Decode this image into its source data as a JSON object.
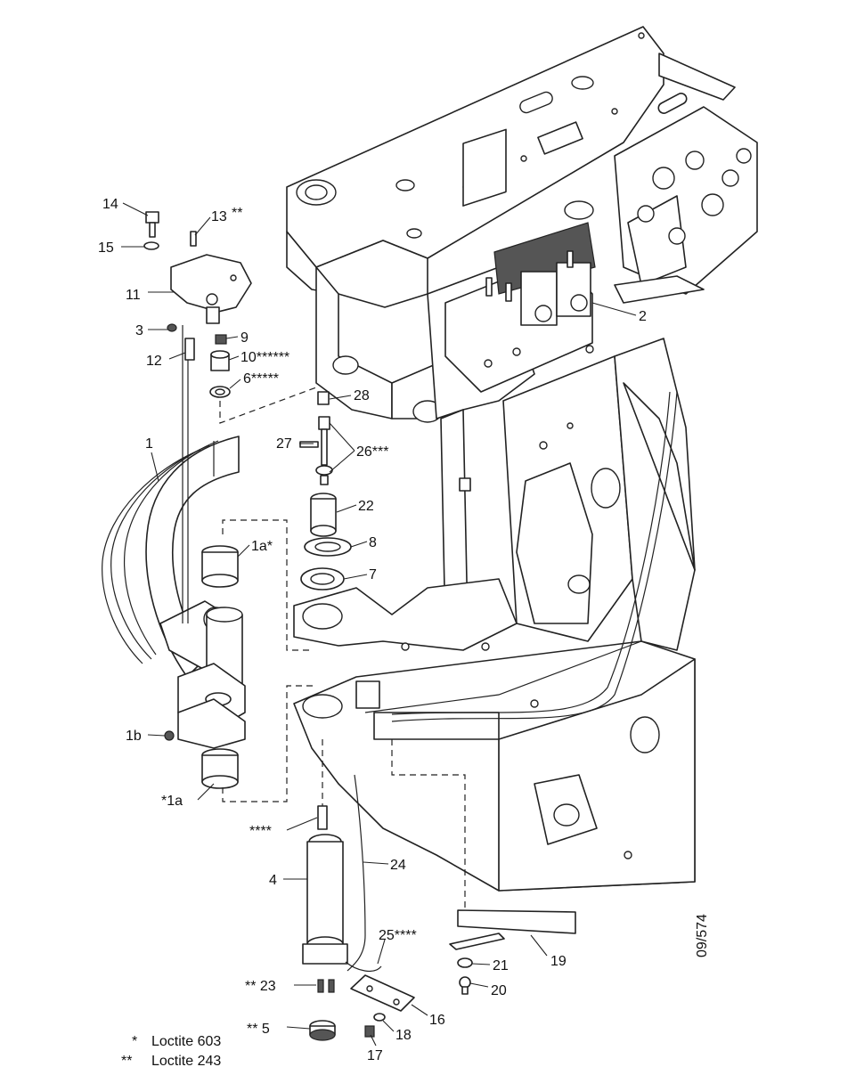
{
  "callouts": [
    {
      "id": "c14",
      "text": "14"
    },
    {
      "id": "c13",
      "text": "13"
    },
    {
      "id": "c13s",
      "text": "**"
    },
    {
      "id": "c15",
      "text": "15"
    },
    {
      "id": "c11",
      "text": "11"
    },
    {
      "id": "c3",
      "text": "3"
    },
    {
      "id": "c9",
      "text": "9"
    },
    {
      "id": "c12",
      "text": "12"
    },
    {
      "id": "c10",
      "text": "10******"
    },
    {
      "id": "c6",
      "text": "6*****"
    },
    {
      "id": "c28",
      "text": "28"
    },
    {
      "id": "c27",
      "text": "27"
    },
    {
      "id": "c26",
      "text": "26***"
    },
    {
      "id": "c1",
      "text": "1"
    },
    {
      "id": "c22",
      "text": "22"
    },
    {
      "id": "c1a_top",
      "text": "1a*"
    },
    {
      "id": "c8",
      "text": "8"
    },
    {
      "id": "c7",
      "text": "7"
    },
    {
      "id": "c2",
      "text": "2"
    },
    {
      "id": "c1b",
      "text": "1b"
    },
    {
      "id": "c1a_bot",
      "text": "*1a"
    },
    {
      "id": "c4stars",
      "text": "****"
    },
    {
      "id": "c24",
      "text": "24"
    },
    {
      "id": "c4",
      "text": "4"
    },
    {
      "id": "c25",
      "text": "25****"
    },
    {
      "id": "c19",
      "text": "19"
    },
    {
      "id": "c21",
      "text": "21"
    },
    {
      "id": "c20",
      "text": "20"
    },
    {
      "id": "c23",
      "text": "** 23"
    },
    {
      "id": "c16",
      "text": "16"
    },
    {
      "id": "c5",
      "text": "** 5"
    },
    {
      "id": "c18",
      "text": "18"
    },
    {
      "id": "c17",
      "text": "17"
    }
  ],
  "legend": [
    {
      "marker": "*",
      "text": "Loctite 603"
    },
    {
      "marker": "**",
      "text": "Loctite 243"
    }
  ],
  "drawing_ref": "09/574"
}
